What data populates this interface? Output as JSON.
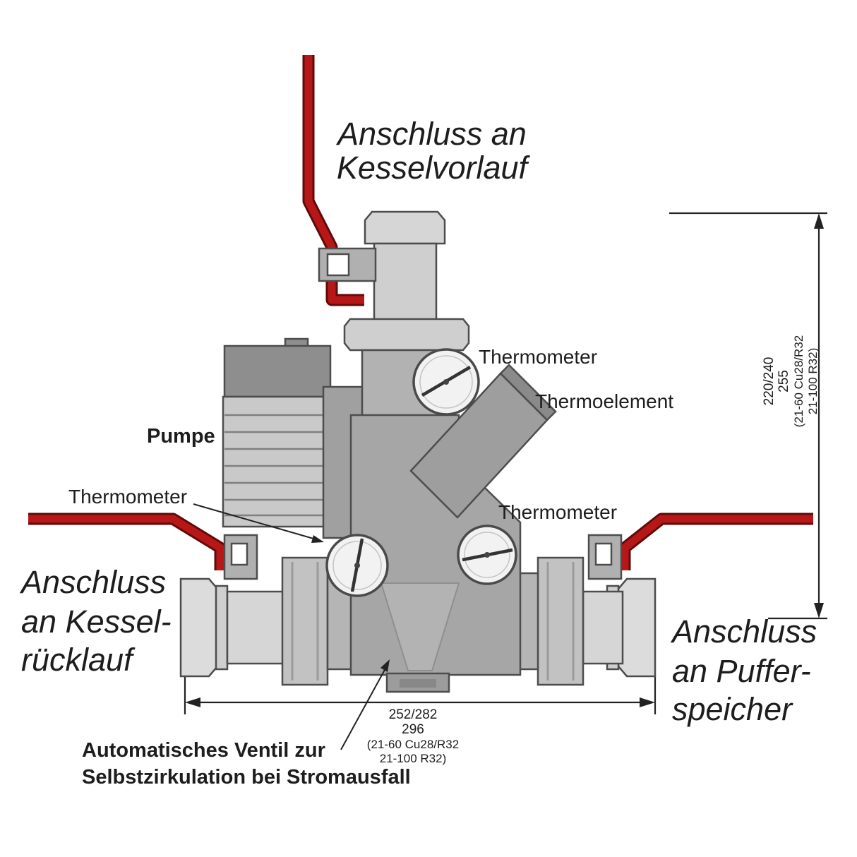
{
  "labels": {
    "kesselvorlauf_1": "Anschluss an",
    "kesselvorlauf_2": "Kesselvorlauf",
    "ruecklauf_1": "Anschluss",
    "ruecklauf_2": "an Kessel-",
    "ruecklauf_3": "rücklauf",
    "puffer_1": "Anschluss",
    "puffer_2": "an Puffer-",
    "puffer_3": "speicher",
    "pumpe": "Pumpe",
    "thermometer_top": "Thermometer",
    "thermoelement": "Thermoelement",
    "thermometer_left": "Thermometer",
    "thermometer_right": "Thermometer",
    "ventil_1": "Automatisches Ventil zur",
    "ventil_2": "Selbstzirkulation bei Stromausfall"
  },
  "dimensions": {
    "width": {
      "l1": "252/282",
      "l2": "296",
      "l3": "(21-60 Cu28/R32",
      "l4": "21-100 R32)"
    },
    "height": {
      "l1": "220/240",
      "l2": "255",
      "l3": "(21-60 Cu28/R32",
      "l4": "21-100 R32)"
    }
  },
  "colors": {
    "pipe_red": "#b81717",
    "pipe_red_dark": "#600a0a",
    "body_gray": "#a6a6a6",
    "light_gray": "#d6d6d6",
    "outline": "#4d4d4d",
    "text": "#1d1d1d"
  }
}
